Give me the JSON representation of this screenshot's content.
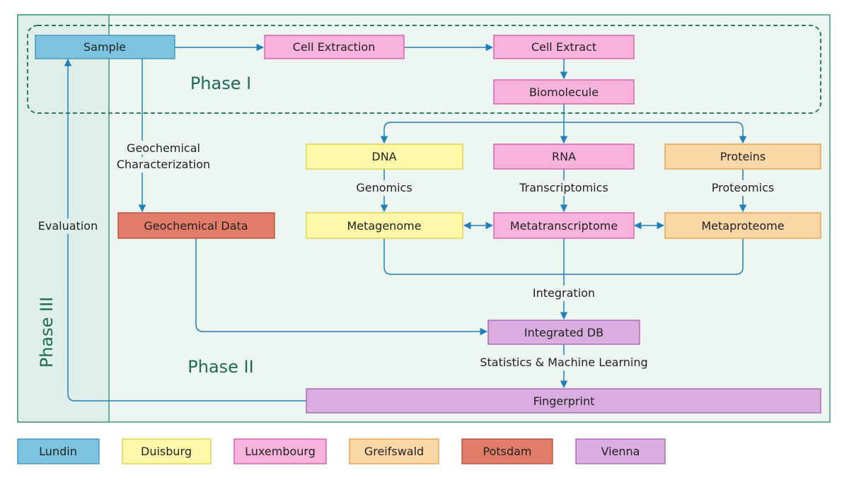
{
  "palette": {
    "lundin": {
      "fill": "#7cc3e0",
      "stroke": "#3d8fb5"
    },
    "duisburg": {
      "fill": "#fdf8a9",
      "stroke": "#dccc3e"
    },
    "luxembourg": {
      "fill": "#f8b3dc",
      "stroke": "#d055a8"
    },
    "greifswald": {
      "fill": "#fbd6a7",
      "stroke": "#e79a3e"
    },
    "potsdam": {
      "fill": "#e27b68",
      "stroke": "#b54a38"
    },
    "vienna": {
      "fill": "#d9ade0",
      "stroke": "#a15fb0"
    }
  },
  "colors": {
    "canvas": "#edf5f1",
    "canvas_border": "#3f9a7a",
    "phase3_band": "#dfeee8",
    "phase_dash": "#2b7a62",
    "arrow": "#1f7fb8",
    "phase_text": "#1e6b5a"
  },
  "phases": {
    "phase1": "Phase I",
    "phase2": "Phase II",
    "phase3": "Phase III"
  },
  "nodes": {
    "sample": "Sample",
    "cell_extraction": "Cell Extraction",
    "cell_extract": "Cell Extract",
    "biomolecule": "Biomolecule",
    "dna": "DNA",
    "rna": "RNA",
    "proteins": "Proteins",
    "geochemical_data": "Geochemical Data",
    "metagenome": "Metagenome",
    "metatranscriptome": "Metatranscriptome",
    "metaproteome": "Metaproteome",
    "integrated_db": "Integrated DB",
    "fingerprint": "Fingerprint"
  },
  "edge_labels": {
    "geochem_line1": "Geochemical",
    "geochem_line2": "Characterization",
    "genomics": "Genomics",
    "transcriptomics": "Transcriptomics",
    "proteomics": "Proteomics",
    "integration": "Integration",
    "statistics": "Statistics & Machine Learning",
    "evaluation": "Evaluation"
  },
  "legend": [
    "Lundin",
    "Duisburg",
    "Luxembourg",
    "Greifswald",
    "Potsdam",
    "Vienna"
  ]
}
